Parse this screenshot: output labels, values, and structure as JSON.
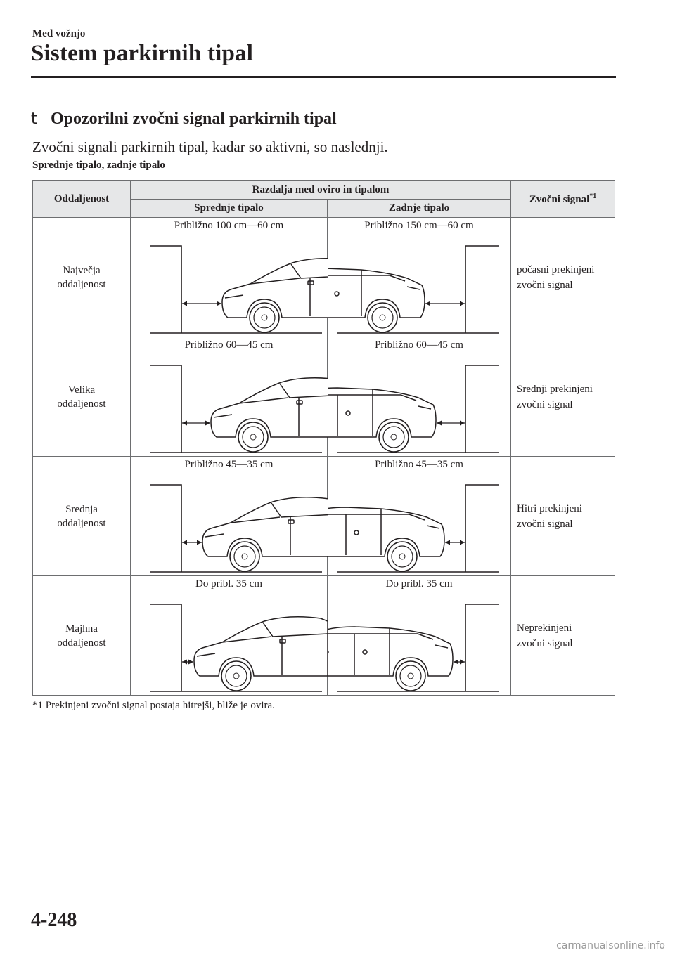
{
  "header": {
    "section": "Med vožnjo",
    "title": "Sistem parkirnih tipal"
  },
  "subsection": {
    "bullet": "t",
    "heading": "Opozorilni zvočni signal parkirnih tipal"
  },
  "intro": "Zvočni signali parkirnih tipal, kadar so aktivni, so naslednji.",
  "table_caption": "Sprednje tipalo, zadnje tipalo",
  "table": {
    "col_distance": "Oddaljenost",
    "col_range": "Razdalja med oviro in tipalom",
    "col_front": "Sprednje tipalo",
    "col_rear": "Zadnje tipalo",
    "col_signal": "Zvočni signal",
    "col_signal_note": "*1",
    "rows": [
      {
        "distance_1": "Največja",
        "distance_2": "oddaljenost",
        "front": "Približno 100 cm—60 cm",
        "rear": "Približno 150 cm—60 cm",
        "signal_1": "počasni prekinjeni",
        "signal_2": "zvočni signal"
      },
      {
        "distance_1": "Velika",
        "distance_2": "oddaljenost",
        "front": "Približno 60—45 cm",
        "rear": "Približno 60—45 cm",
        "signal_1": "Srednji prekinjeni",
        "signal_2": "zvočni signal"
      },
      {
        "distance_1": "Srednja",
        "distance_2": "oddaljenost",
        "front": "Približno 45—35 cm",
        "rear": "Približno 45—35 cm",
        "signal_1": "Hitri prekinjeni",
        "signal_2": "zvočni signal"
      },
      {
        "distance_1": "Majhna",
        "distance_2": "oddaljenost",
        "front": "Do pribl. 35 cm",
        "rear": "Do pribl. 35 cm",
        "signal_1": "Neprekinjeni",
        "signal_2": "zvočni signal"
      }
    ]
  },
  "footnote": "*1 Prekinjeni zvočni signal postaja hitrejši, bliže je ovira.",
  "page_number": "4-248",
  "watermark": "carmanualsonline.info"
}
